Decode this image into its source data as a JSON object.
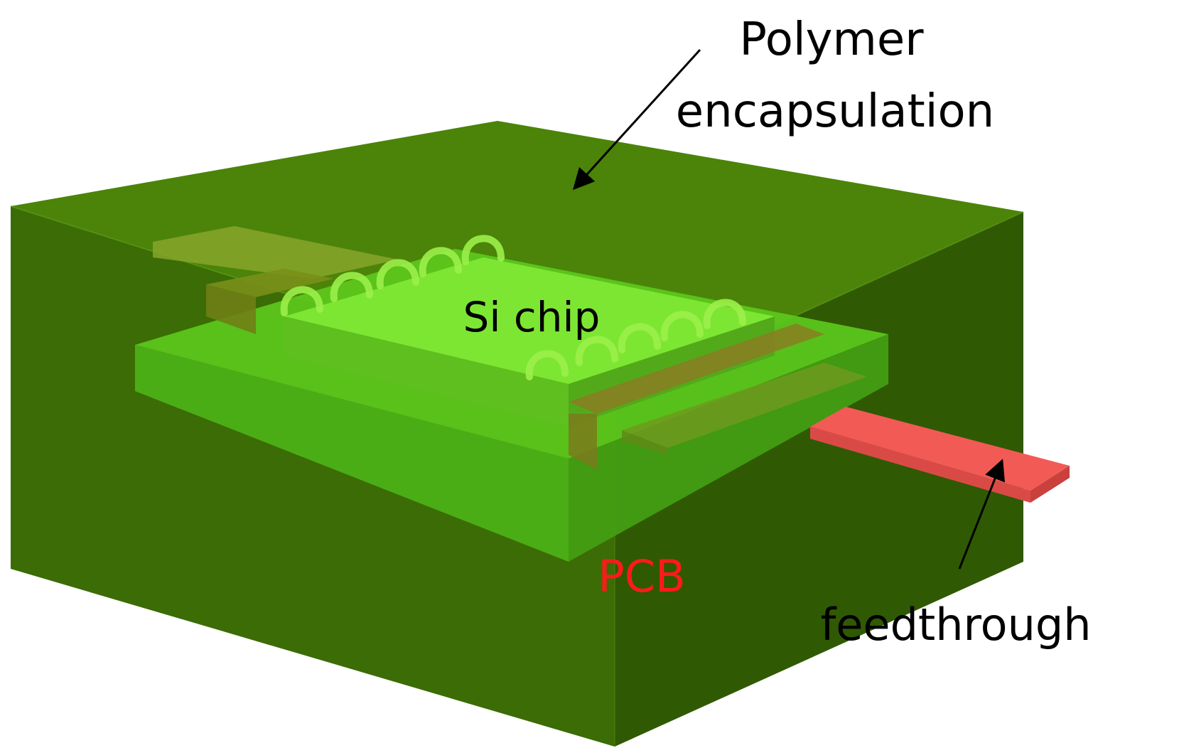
{
  "labels": {
    "polymer_line1": "Polymer",
    "polymer_line2": "encapsulation",
    "si_chip": "Si chip",
    "pcb": "PCB",
    "feedthrough": "feedthrough"
  },
  "colors": {
    "encapsulation_front": "#3a6a04",
    "encapsulation_side": "#2f5a03",
    "encapsulation_top": "#4f8a0c",
    "pcb_top": "#5cc91c",
    "pcb_front": "#4db317",
    "chip_top": "#7fe833",
    "chip_front": "#5fbf20",
    "pad": "#7a8f1a",
    "wire": "#9cf04a",
    "feedthrough": "#f25a55",
    "pcb_label": "#ff1a1a",
    "text": "#000000",
    "arrow": "#000000"
  }
}
